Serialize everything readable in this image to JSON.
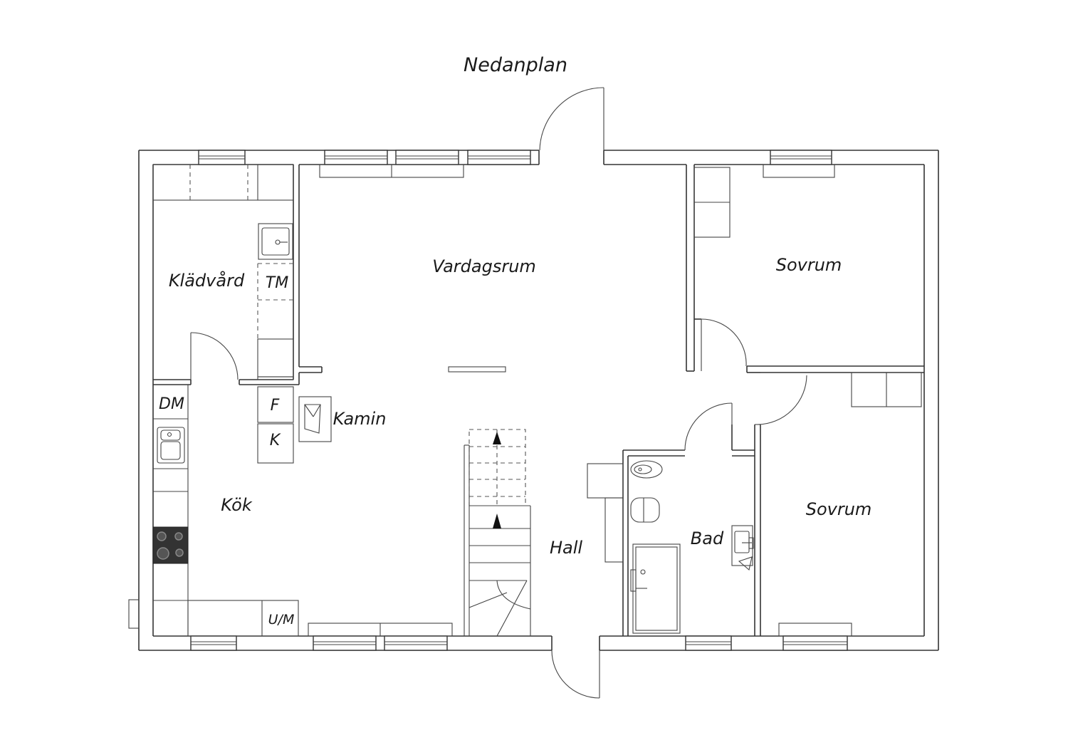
{
  "title": "Nedanplan",
  "rooms": {
    "vardagsrum": "Vardagsrum",
    "sovrum_upper": "Sovrum",
    "sovrum_lower": "Sovrum",
    "kladvard": "Klädvård",
    "kok": "Kök",
    "hall": "Hall",
    "bad": "Bad",
    "kamin": "Kamin"
  },
  "appliances": {
    "tm": "TM",
    "dm": "DM",
    "f": "F",
    "k": "K",
    "um": "U/M"
  }
}
